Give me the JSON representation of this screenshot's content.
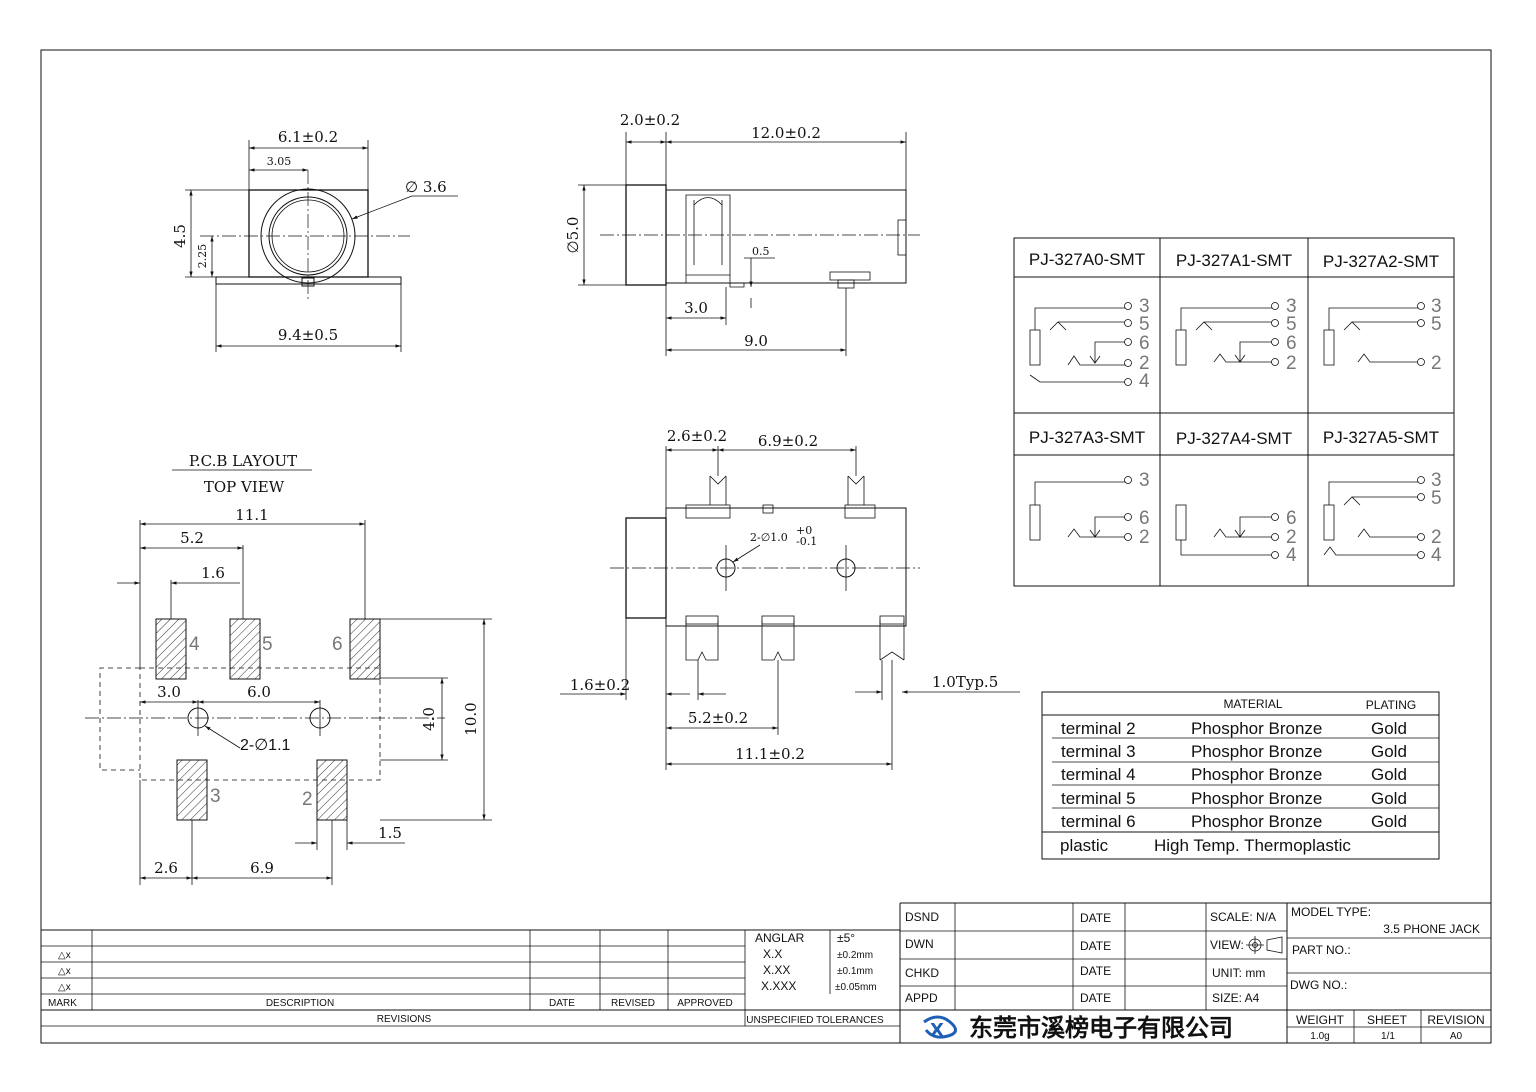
{
  "views": {
    "front": {
      "width_dim": "6.1±0.2",
      "half_width_dim": "3.05",
      "diameter_dim": "∅ 3.6",
      "height_dim": "4.5",
      "half_height_dim": "2.25",
      "base_dim": "9.4±0.5"
    },
    "side": {
      "collar_dim": "2.0±0.2",
      "length_dim": "12.0±0.2",
      "diameter_dim": "∅5.0",
      "pin_dim": "0.5",
      "offset_dim": "3.0",
      "pitch_dim": "9.0"
    },
    "top": {
      "pin_offset_dim": "2.6±0.2",
      "pin_span_dim": "6.9±0.2",
      "hole_dim": "2-∅1.0",
      "hole_tol_upper": "+0",
      "hole_tol_lower": "-0.1",
      "collar_dim": "1.6±0.2",
      "typ_dim": "1.0Typ.5",
      "lower_pin_dim": "5.2±0.2",
      "overall_dim": "11.1±0.2"
    },
    "pcb": {
      "title_line1": "P.C.B LAYOUT",
      "title_line2": "TOP VIEW",
      "dim_overall": "11.1",
      "dim_52": "5.2",
      "dim_16": "1.6",
      "dim_30": "3.0",
      "dim_60": "6.0",
      "dim_40": "4.0",
      "dim_100": "10.0",
      "hole_dim": "2-∅1.1",
      "dim_15": "1.5",
      "dim_26": "2.6",
      "dim_69": "6.9",
      "pad_labels": [
        "4",
        "5",
        "6",
        "3",
        "2"
      ]
    }
  },
  "variants": [
    {
      "name": "PJ-327A0-SMT",
      "pins": [
        "3",
        "5",
        "6",
        "2",
        "4"
      ]
    },
    {
      "name": "PJ-327A1-SMT",
      "pins": [
        "3",
        "5",
        "6",
        "2"
      ]
    },
    {
      "name": "PJ-327A2-SMT",
      "pins": [
        "3",
        "5",
        "2"
      ]
    },
    {
      "name": "PJ-327A3-SMT",
      "pins": [
        "3",
        "6",
        "2"
      ]
    },
    {
      "name": "PJ-327A4-SMT",
      "pins": [
        "6",
        "2",
        "4"
      ]
    },
    {
      "name": "PJ-327A5-SMT",
      "pins": [
        "3",
        "5",
        "2",
        "4"
      ]
    }
  ],
  "materials": {
    "header_material": "MATERIAL",
    "header_plating": "PLATING",
    "rows": [
      {
        "part": "terminal 2",
        "material": "Phosphor Bronze",
        "plating": "Gold"
      },
      {
        "part": "terminal 3",
        "material": "Phosphor Bronze",
        "plating": "Gold"
      },
      {
        "part": "terminal 4",
        "material": "Phosphor Bronze",
        "plating": "Gold"
      },
      {
        "part": "terminal 5",
        "material": "Phosphor Bronze",
        "plating": "Gold"
      },
      {
        "part": "terminal 6",
        "material": "Phosphor Bronze",
        "plating": "Gold"
      },
      {
        "part": "plastic",
        "material": "High Temp. Thermoplastic",
        "plating": ""
      }
    ]
  },
  "revisions": {
    "rows": [
      "△x",
      "△x",
      "△x"
    ],
    "headers": {
      "mark": "MARK",
      "description": "DESCRIPTION",
      "date": "DATE",
      "revised": "REVISED",
      "approved": "APPROVED"
    },
    "footer": "REVISIONS"
  },
  "tolerances": {
    "rows": [
      {
        "label": "ANGLAR",
        "value": "±5°"
      },
      {
        "label": "X.X",
        "value": "±0.2mm"
      },
      {
        "label": "X.XX",
        "value": "±0.1mm"
      },
      {
        "label": "X.XXX",
        "value": "±0.05mm"
      }
    ],
    "footer": "UNSPECIFIED TOLERANCES"
  },
  "signoff": {
    "rows": [
      "DSND",
      "DWN",
      "CHKD",
      "APPD"
    ],
    "date_label": "DATE",
    "scale": "SCALE: N/A",
    "view": "VIEW:",
    "unit": "UNIT: mm",
    "size": "SIZE: A4"
  },
  "title_block": {
    "model_type_label": "MODEL TYPE:",
    "model_type": "3.5 PHONE JACK",
    "part_no_label": "PART NO.:",
    "dwg_no_label": "DWG NO.:",
    "company": "东莞市溪榜电子有限公司",
    "weight_label": "WEIGHT",
    "weight": "1.0g",
    "sheet_label": "SHEET",
    "sheet": "1/1",
    "revision_label": "REVISION",
    "revision": "A0"
  }
}
